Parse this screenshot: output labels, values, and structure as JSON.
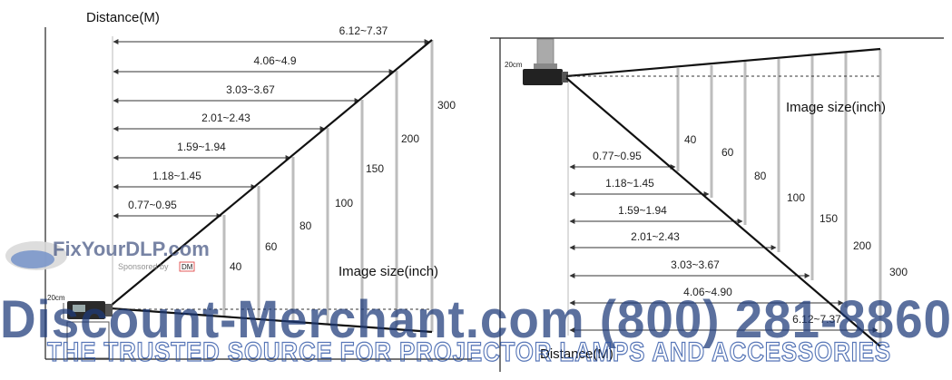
{
  "left_diagram": {
    "distance_label": "Distance(M)",
    "image_size_label": "Image size(inch)",
    "offset_label": "20cm",
    "distances": [
      "6.12~7.37",
      "4.06~4.9",
      "3.03~3.67",
      "2.01~2.43",
      "1.59~1.94",
      "1.18~1.45",
      "0.77~0.95"
    ],
    "sizes": [
      "300",
      "200",
      "150",
      "100",
      "80",
      "60",
      "40"
    ]
  },
  "right_diagram": {
    "distance_label": "Distance(M)",
    "image_size_label": "Image size(inch)",
    "offset_label": "20cm",
    "distances": [
      "0.77~0.95",
      "1.18~1.45",
      "1.59~1.94",
      "2.01~2.43",
      "3.03~3.67",
      "4.06~4.90",
      "6.12~7.37"
    ],
    "sizes": [
      "40",
      "60",
      "80",
      "100",
      "150",
      "200",
      "300"
    ]
  },
  "watermark": {
    "brand": "FixYourDLP.com",
    "sponsor": "Sponsored by",
    "sponsor_logo": "DM",
    "store": "Discount-Merchant.com (800) 281-8860",
    "tagline": "THE TRUSTED SOURCE FOR PROJECTOR LAMPS AND ACCESSORIES"
  }
}
